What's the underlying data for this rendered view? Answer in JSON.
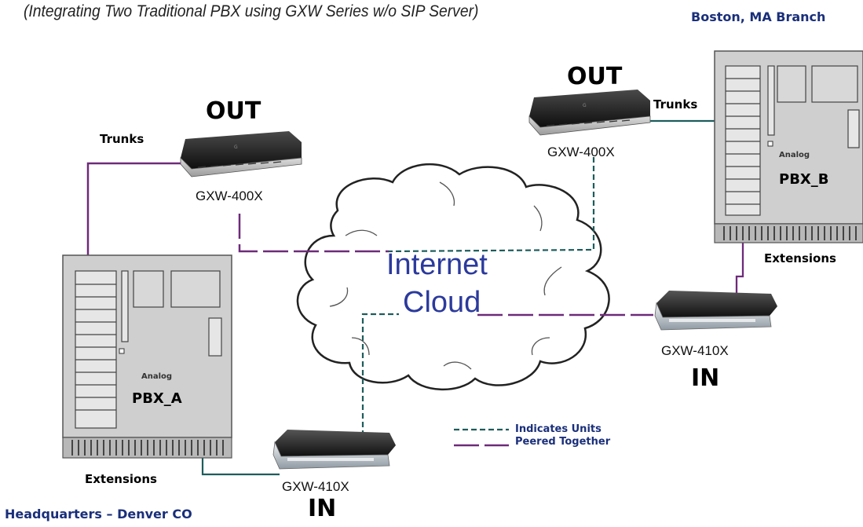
{
  "subtitle": "(Integrating Two Traditional PBX using GXW Series w/o SIP Server)",
  "sites": {
    "boston": "Boston, MA Branch",
    "denver": "Headquarters – Denver CO"
  },
  "cloud": {
    "line1": "Internet",
    "line2": "Cloud"
  },
  "left_out": {
    "direction": "OUT",
    "model": "GXW-400X",
    "trunks": "Trunks"
  },
  "right_out": {
    "direction": "OUT",
    "model": "GXW-400X",
    "trunks": "Trunks"
  },
  "left_in": {
    "direction": "IN",
    "model": "GXW-410X"
  },
  "right_in": {
    "direction": "IN",
    "model": "GXW-410X"
  },
  "pbx_a": {
    "type": "Analog",
    "name": "PBX_A",
    "extensions": "Extensions"
  },
  "pbx_b": {
    "type": "Analog",
    "name": "PBX_B",
    "extensions": "Extensions"
  },
  "legend": {
    "line1": "Indicates Units",
    "line2": "Peered Together"
  },
  "colors": {
    "trunk_line": "#6e2a7a",
    "peer_line": "#1d5c5c",
    "text_blue": "#1a2f7a",
    "cloud_text": "#2b3a9c",
    "pbx_fill": "#cfcfcf"
  }
}
